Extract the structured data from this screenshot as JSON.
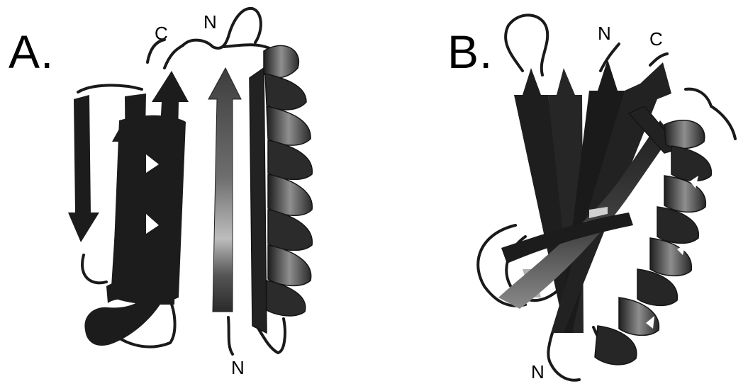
{
  "panels": [
    {
      "letter": "A.",
      "terminus_labels": {
        "c_top": "C",
        "n_top": "N",
        "n_bottom": "N"
      }
    },
    {
      "letter": "B.",
      "terminus_labels": {
        "n_top": "N",
        "c_top": "C",
        "n_bottom": "N"
      }
    }
  ],
  "colors": {
    "ink": "#1a1a1a",
    "helix_light": "#8a8a8a",
    "strand_mid": "#555555",
    "strand_light": "#b5b5b5"
  }
}
